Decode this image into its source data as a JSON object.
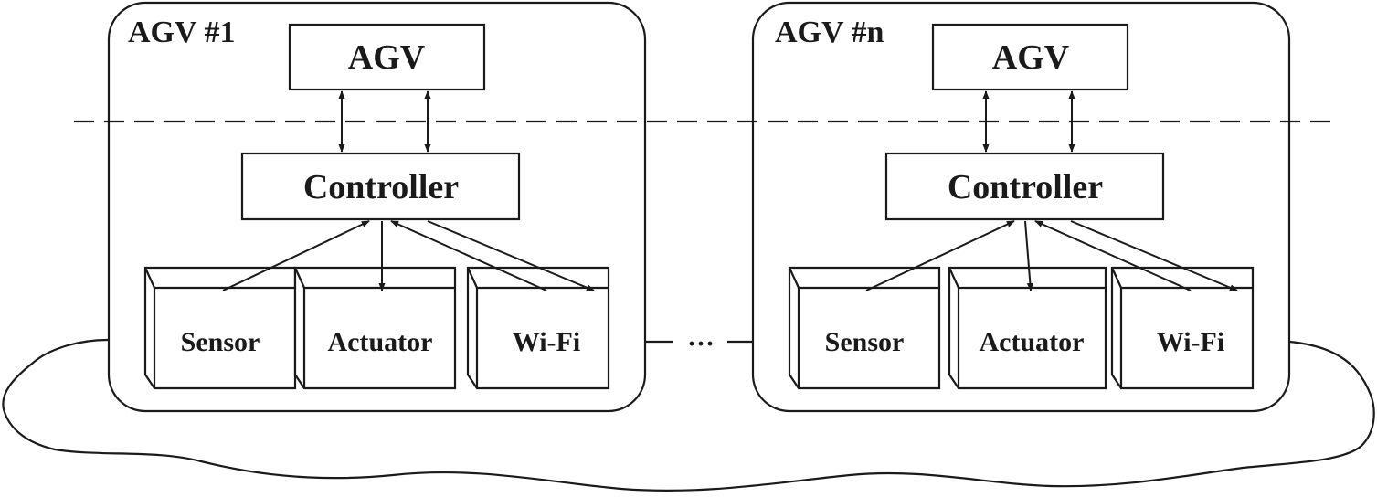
{
  "agvs": [
    {
      "title": "AGV #1",
      "top_box": "AGV",
      "controller": "Controller",
      "modules": [
        "Sensor",
        "Actuator",
        "Wi-Fi"
      ]
    },
    {
      "title": "AGV #n",
      "top_box": "AGV",
      "controller": "Controller",
      "modules": [
        "Sensor",
        "Actuator",
        "Wi-Fi"
      ]
    }
  ],
  "ellipsis": "···",
  "colors": {
    "line": "#1a1a1a",
    "background": "#ffffff"
  }
}
